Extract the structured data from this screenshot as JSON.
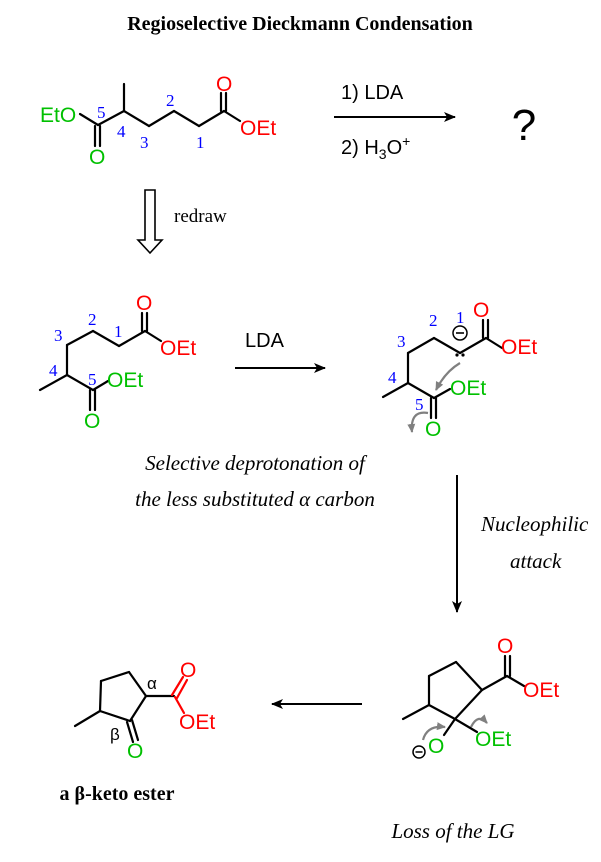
{
  "title": "Regioselective Dieckmann Condensation",
  "colors": {
    "bond": "#000000",
    "ester_red": "#ff0000",
    "ester_green": "#00c000",
    "numbering": "#0000ff",
    "curly_arrow": "#808080"
  },
  "step1": {
    "reagent_1": "1) LDA",
    "reagent_2_prefix": "2) H",
    "reagent_2_sub": "3",
    "reagent_2_suffix": "O",
    "reagent_2_sup": "+",
    "product": "?"
  },
  "redraw_label": "redraw",
  "step2": {
    "reagent": "LDA"
  },
  "atoms": {
    "eto": "EtO",
    "oet": "OEt",
    "o": "O",
    "minus": "−"
  },
  "numbers": [
    "1",
    "2",
    "3",
    "4",
    "5"
  ],
  "greek": {
    "alpha": "α",
    "beta": "β"
  },
  "captions": {
    "deprotonation_line1": "Selective deprotonation of",
    "deprotonation_line2": "the less substituted α carbon",
    "nucleophilic_line1": "Nucleophilic",
    "nucleophilic_line2": "attack",
    "loss_lg": "Loss of the LG",
    "product_label": "a β-keto ester"
  }
}
